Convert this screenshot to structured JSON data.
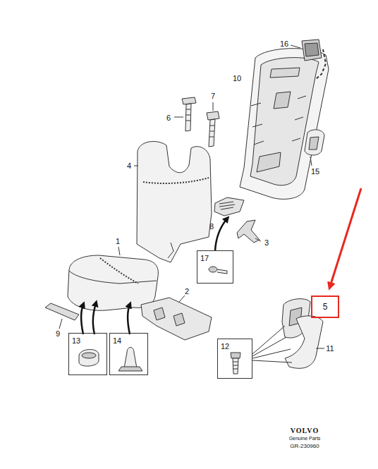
{
  "diagram": {
    "nodes": [
      {
        "text": [
          "17"
        ]
      },
      {
        "text": [
          "5"
        ]
      },
      {
        "text": [
          "13"
        ]
      },
      {
        "text": [
          "14"
        ]
      },
      {
        "text": [
          "12"
        ]
      }
    ],
    "edges": [],
    "labels": [
      "16",
      "10",
      "7",
      "6",
      "4",
      "15",
      "8",
      "3",
      "1",
      "2",
      "9",
      "11",
      "VOLVO",
      "Genuine Parts",
      "GR-230960"
    ]
  }
}
